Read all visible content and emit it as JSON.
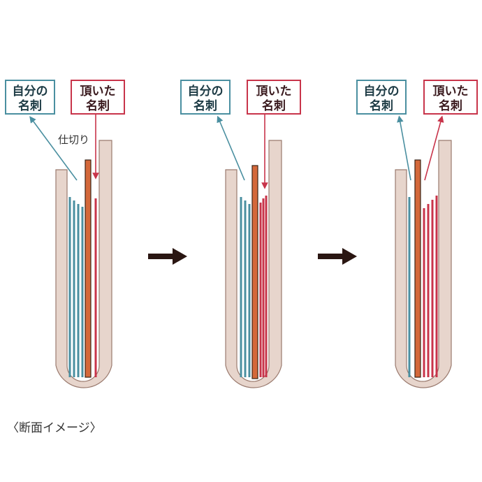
{
  "labels": {
    "own_card_line1": "自分の",
    "own_card_line2": "名刺",
    "received_card_line1": "頂いた",
    "received_card_line2": "名刺",
    "divider": "仕切り"
  },
  "caption": "〈断面イメージ〉",
  "colors": {
    "own": "#4a8fa0",
    "received": "#c8344a",
    "divider_fill": "#d4683a",
    "divider_stroke": "#3a2418",
    "case_fill": "#e7d5cc",
    "case_stroke": "#9a7a6e",
    "arrow": "#2a1612"
  },
  "stages": [
    {
      "own_cards": 4,
      "received_cards": 1
    },
    {
      "own_cards": 3,
      "received_cards": 3
    },
    {
      "own_cards": 1,
      "received_cards": 4
    }
  ],
  "icons": [
    "right-arrow-icon",
    "right-arrow-icon"
  ]
}
